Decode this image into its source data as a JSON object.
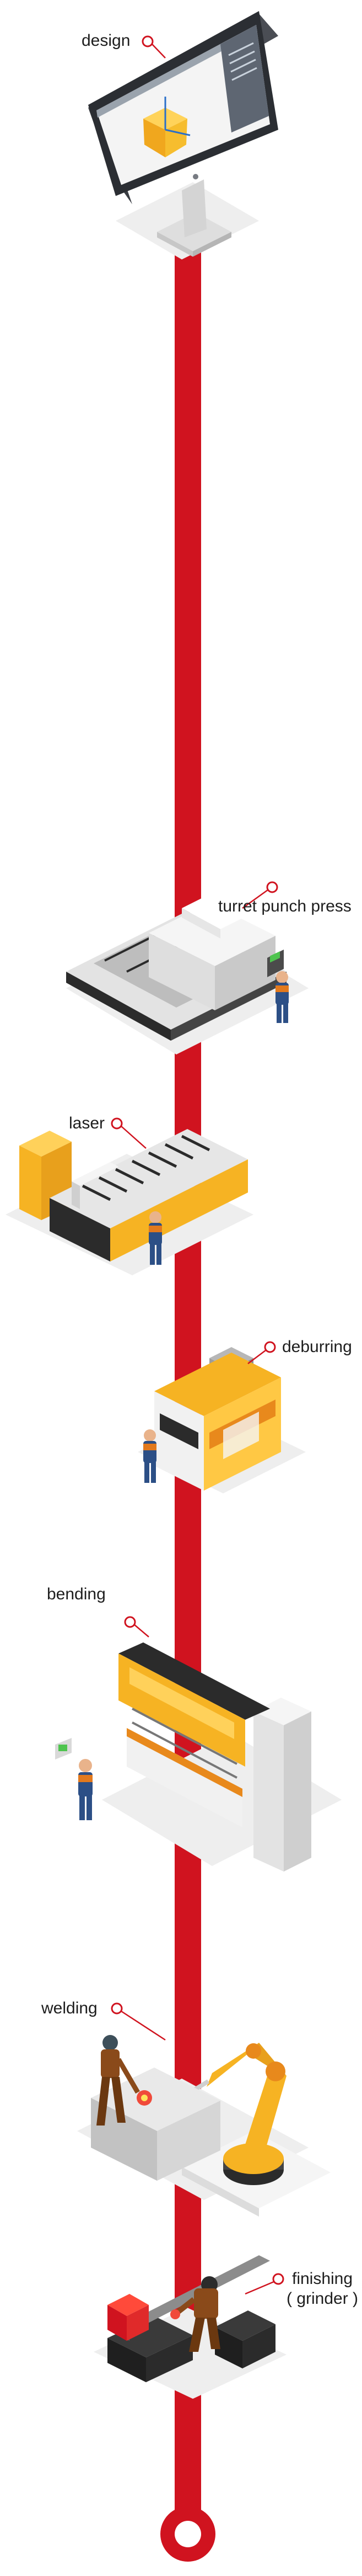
{
  "steps": {
    "design": {
      "label": "design"
    },
    "turret": {
      "label": "turret punch press"
    },
    "laser": {
      "label": "laser"
    },
    "deburring": {
      "label": "deburring"
    },
    "bending": {
      "label": "bending"
    },
    "welding": {
      "label": "welding"
    },
    "finishing": {
      "line1": "finishing",
      "line2": "( grinder )"
    }
  },
  "colors": {
    "track": "#d0131f",
    "callout": "#d0131f",
    "machine_yellow": "#f6b323",
    "machine_orange": "#e8891c",
    "panel_light": "#f1f1f1",
    "panel_mid": "#d9d9d9",
    "dark": "#2b2b2b",
    "worker_blue": "#2c4f86",
    "worker_orange": "#e2791d",
    "floor": "#eeeeee"
  },
  "icons": {
    "design": "imac-cube-icon",
    "turret": "turret-punch-press-icon",
    "laser": "laser-cutter-icon",
    "deburring": "deburring-machine-icon",
    "bending": "press-brake-icon",
    "welding": "welding-robot-icon",
    "finishing": "grinder-icon"
  }
}
